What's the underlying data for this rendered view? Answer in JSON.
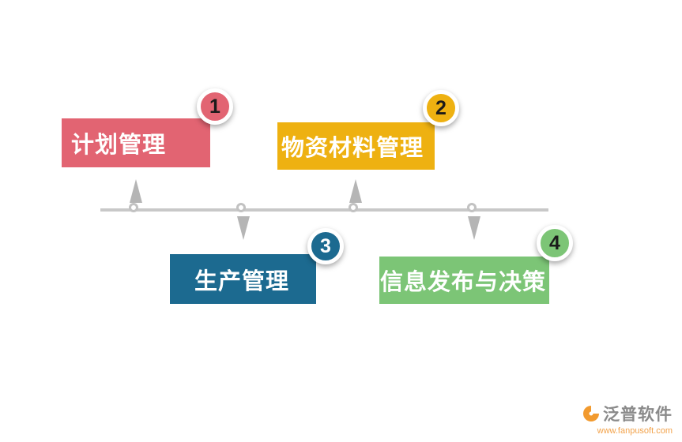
{
  "diagram": {
    "steps": [
      {
        "number": "1",
        "label": "计划管理",
        "color": "#e26472",
        "number_color": "#1a1a1a",
        "position": "top"
      },
      {
        "number": "2",
        "label": "物资材料管理",
        "color": "#eeb111",
        "number_color": "#1a1a1a",
        "position": "top"
      },
      {
        "number": "3",
        "label": "生产管理",
        "color": "#1c6a90",
        "number_color": "#ffffff",
        "position": "bottom"
      },
      {
        "number": "4",
        "label": "信息发布与决策",
        "color": "#7cc576",
        "number_color": "#1a1a1a",
        "position": "bottom"
      }
    ],
    "timeline": {
      "line_color": "#c8c8c8",
      "node_fill": "#ffffff",
      "node_border_color": "#c2c2c2",
      "arrow_color": "#b5b5b5"
    }
  },
  "footer": {
    "brand": "泛普软件",
    "url": "www.fanpusoft.com",
    "brand_color": "#8a8a8a",
    "url_color": "#f2a24a",
    "logo_color": "#f29a2e"
  }
}
